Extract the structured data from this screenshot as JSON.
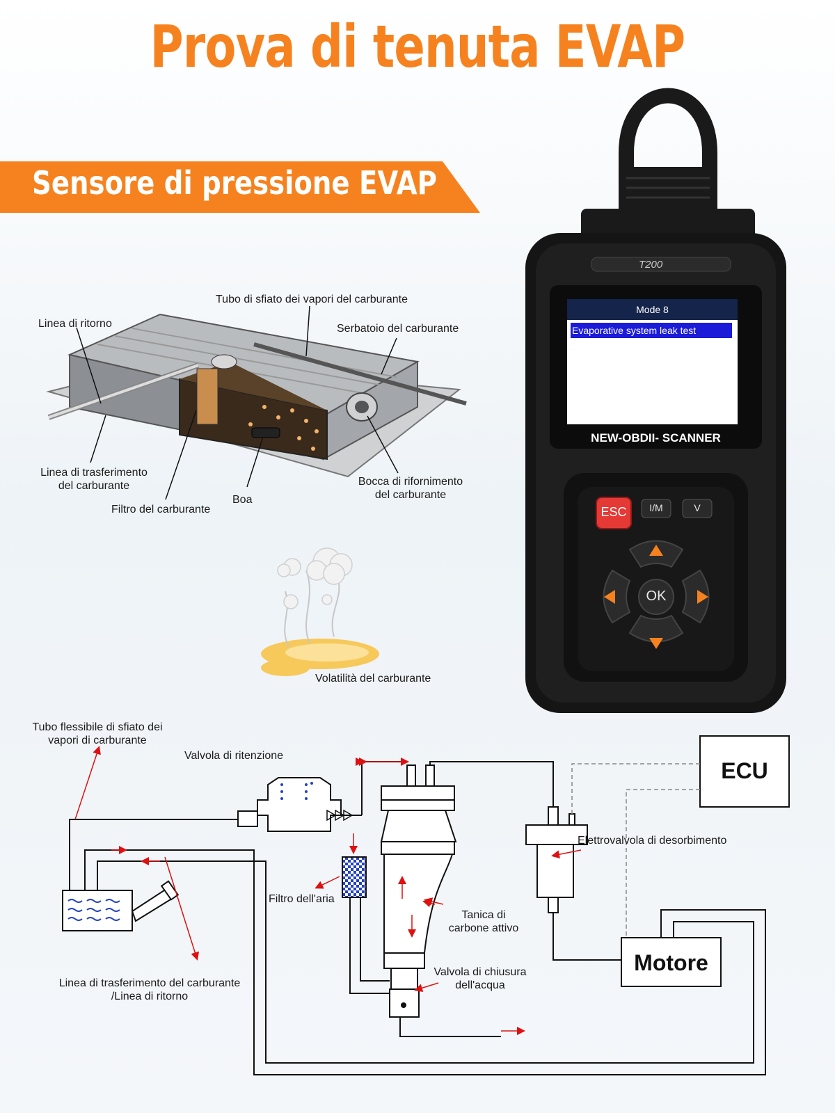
{
  "title": "Prova di tenuta EVAP",
  "banner": "Sensore di pressione EVAP",
  "tank_labels": {
    "vent_tube": "Tubo di sfiato dei vapori del carburante",
    "return_line": "Linea di ritorno",
    "tank": "Serbatoio del carburante",
    "transfer_line_1": "Linea di trasferimento",
    "transfer_line_2": "del carburante",
    "fuel_filter": "Filtro del carburante",
    "float": "Boa",
    "filler_1": "Bocca di rifornimento",
    "filler_2": "del carburante",
    "volatility": "Volatilità del carburante"
  },
  "scanner": {
    "model": "T200",
    "screen_title": "Mode 8",
    "screen_item": "Evaporative system leak test",
    "name": "NEW-OBDII- SCANNER",
    "btn_esc": "ESC",
    "btn_im": "I/M",
    "btn_v": "V",
    "btn_ok": "OK",
    "accent": "#f6821f",
    "esc_color": "#e53935",
    "highlight": "#1b1bd8"
  },
  "schema_labels": {
    "hose_1": "Tubo flessibile di sfiato dei",
    "hose_2": "vapori di carburante",
    "check_valve": "Valvola di ritenzione",
    "ecu": "ECU",
    "purge_valve": "Elettrovalvola di desorbimento",
    "air_filter": "Filtro dell'aria",
    "canister_1": "Tanica di",
    "canister_2": "carbone attivo",
    "water_valve_1": "Valvola di chiusura",
    "water_valve_2": "dell'acqua",
    "transfer_1": "Linea di trasferimento del carburante",
    "transfer_2": "/Linea di ritorno",
    "engine": "Motore"
  }
}
